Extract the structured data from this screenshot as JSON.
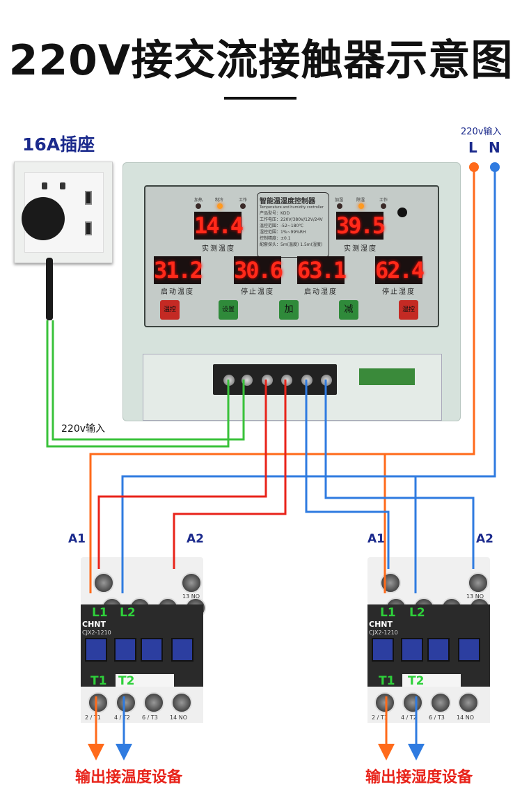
{
  "title": "220V接交流接触器示意图",
  "socket": {
    "label": "16A插座"
  },
  "power_input": {
    "label": "220v输入",
    "L": "L",
    "N": "N"
  },
  "controller_input": {
    "label": "220v输入"
  },
  "controller": {
    "name": "智能温湿度控制器",
    "name_en": "Temperature and humidity controller",
    "specs": [
      "产品型号：KDD",
      "工作电压：220V/380V/12V/24V",
      "温控范围：-52~180℃",
      "湿控范围：1%~99%RH",
      "控制精度：±0.1",
      "配套探头：5m(温度) 1.5m(湿度)"
    ],
    "temp_leds": [
      "加热",
      "制冷",
      "工作"
    ],
    "hum_leds": [
      "加湿",
      "除湿",
      "工作"
    ],
    "measured_temp": {
      "value": "14.4",
      "label": "实测温度"
    },
    "measured_humidity": {
      "value": "39.5",
      "label": "实测湿度"
    },
    "start_temp": {
      "value": "31.2",
      "label": "启动温度"
    },
    "stop_temp": {
      "value": "30.6",
      "label": "停止温度"
    },
    "start_humidity": {
      "value": "63.1",
      "label": "启动湿度"
    },
    "stop_humidity": {
      "value": "62.4",
      "label": "停止湿度"
    },
    "buttons": [
      "温控",
      "设置",
      "加",
      "减",
      "湿控"
    ]
  },
  "contactors": [
    {
      "brand": "CHNT",
      "model": "CJX2-1210",
      "A1": "A1",
      "A2": "A2",
      "L1": "L1",
      "L2": "L2",
      "T1": "T1",
      "T2": "T2",
      "aux_top": "13 NO",
      "bottom": [
        "2 / T1",
        "4 / T2",
        "6 / T3",
        "14 NO"
      ],
      "output": "输出接温度设备"
    },
    {
      "brand": "CHNT",
      "model": "CJX2-1210",
      "A1": "A1",
      "A2": "A2",
      "L1": "L1",
      "L2": "L2",
      "T1": "T1",
      "T2": "T2",
      "aux_top": "13 NO",
      "bottom": [
        "2 / T1",
        "4 / T2",
        "6 / T3",
        "14 NO"
      ],
      "output": "输出接湿度设备"
    }
  ],
  "colors": {
    "live": "#ff6a1a",
    "neutral": "#2f7be0",
    "coil": "#e8231a",
    "supply": "#39c23a",
    "label_blue": "#1b2a8c"
  }
}
